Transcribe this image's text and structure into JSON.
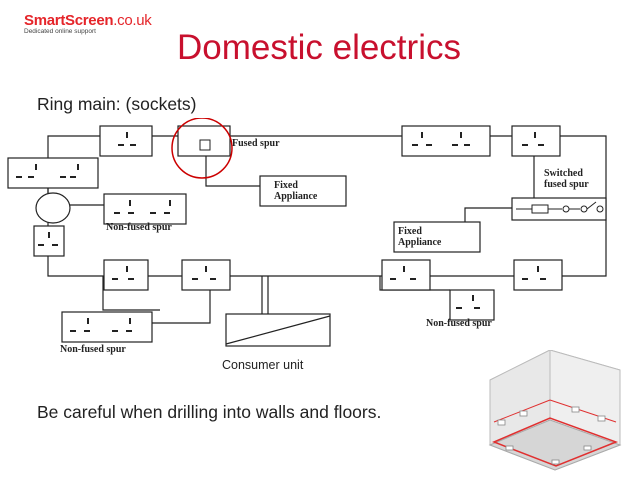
{
  "logo": {
    "brand": "SmartScreen",
    "tld": ".co.uk",
    "tagline": "Dedicated online support"
  },
  "title": "Domestic electrics",
  "subtitle": "Ring main: (sockets)",
  "diagram": {
    "labels": {
      "fused_spur": "Fused spur",
      "fixed_appliance": [
        "Fixed",
        "Appliance"
      ],
      "switched_fused_spur": [
        "Switched",
        "fused spur"
      ],
      "non_fused_spur": "Non-fused spur",
      "consumer_unit": "Consumer unit"
    }
  },
  "footer": "Be careful when drilling into walls and floors.",
  "colors": {
    "title": "#c8102e",
    "brand": "#e5252a",
    "highlight_circle": "#cc0000",
    "lines": "#222222",
    "room_trim": "#e03030"
  }
}
